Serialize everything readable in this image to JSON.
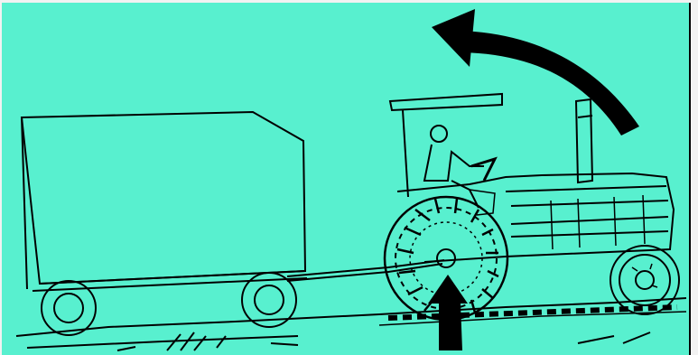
{
  "colors": {
    "background": "#58f0cf",
    "ink": "#000000",
    "frame": "#f2f2f2"
  },
  "figure": {
    "subject": "tractor-pulling-wagon",
    "arrows": [
      {
        "name": "rotation-arrow-icon",
        "direction": "counterclockwise"
      },
      {
        "name": "upward-force-arrow-icon",
        "direction": "up"
      }
    ]
  }
}
